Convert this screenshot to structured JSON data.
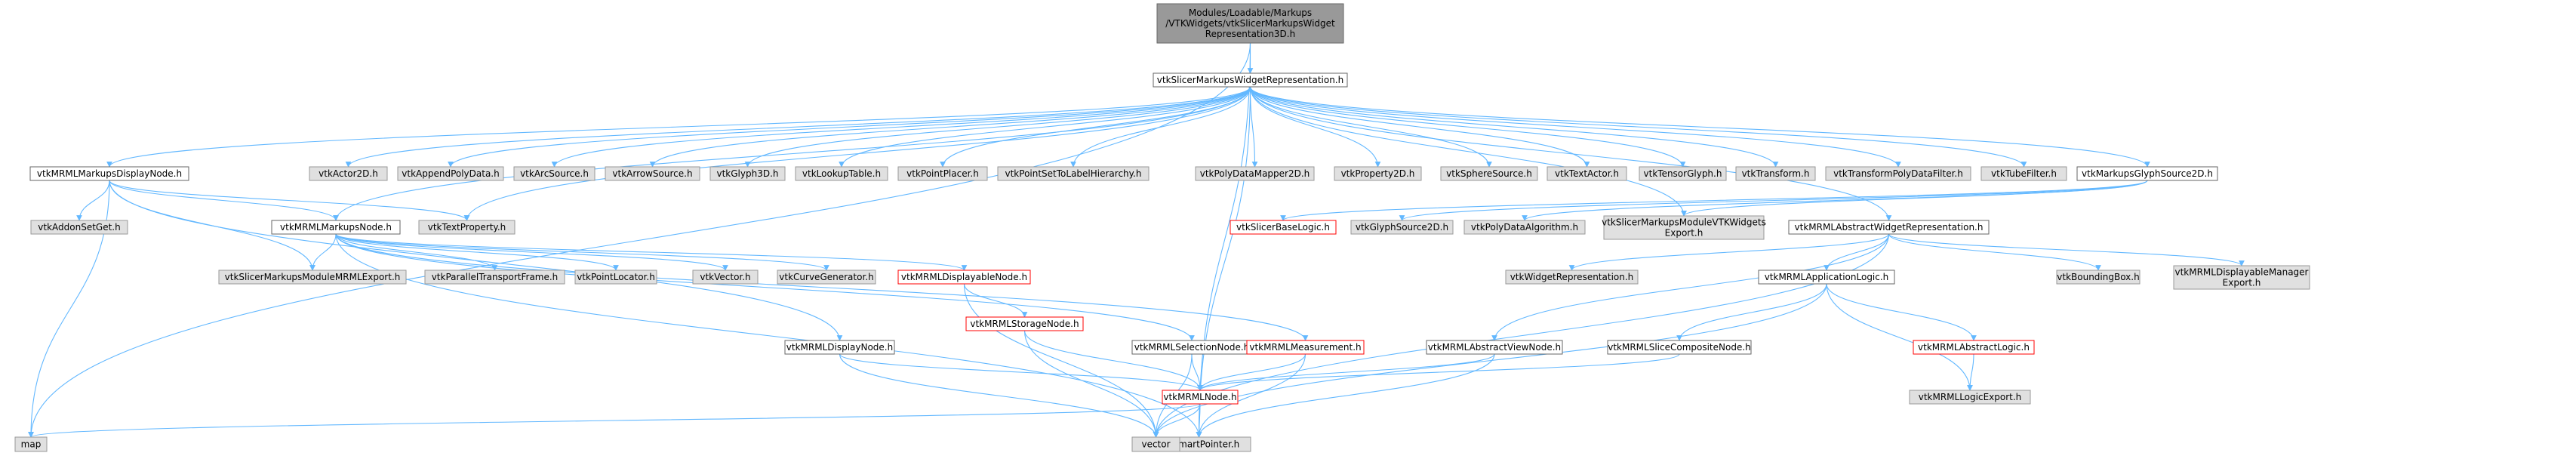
{
  "colors": {
    "edge": "#63b8ff",
    "node_border_normal": "#666666",
    "node_fill_normal": "#ffffff",
    "node_fill_external": "#e0e0e0",
    "node_border_external": "#999999",
    "node_fill_root": "#999999",
    "node_border_root": "#666666",
    "node_border_truncated": "#ff0000"
  },
  "nodes": [
    {
      "id": "root",
      "lines": [
        "Modules/Loadable/Markups",
        "/VTKWidgets/vtkSlicerMarkupsWidget",
        "Representation3D.h"
      ],
      "style": "root"
    },
    {
      "id": "wr",
      "lines": [
        "vtkSlicerMarkupsWidgetRepresentation.h"
      ],
      "style": "normal"
    },
    {
      "id": "map",
      "lines": [
        "map"
      ],
      "style": "external"
    },
    {
      "id": "sp",
      "lines": [
        "vtkSmartPointer.h"
      ],
      "style": "external"
    },
    {
      "id": "mdn",
      "lines": [
        "vtkMRMLMarkupsDisplayNode.h"
      ],
      "style": "normal"
    },
    {
      "id": "actor2d",
      "lines": [
        "vtkActor2D.h"
      ],
      "style": "external"
    },
    {
      "id": "apd",
      "lines": [
        "vtkAppendPolyData.h"
      ],
      "style": "external"
    },
    {
      "id": "arc",
      "lines": [
        "vtkArcSource.h"
      ],
      "style": "external"
    },
    {
      "id": "arrow",
      "lines": [
        "vtkArrowSource.h"
      ],
      "style": "external"
    },
    {
      "id": "g3d",
      "lines": [
        "vtkGlyph3D.h"
      ],
      "style": "external"
    },
    {
      "id": "lut",
      "lines": [
        "vtkLookupTable.h"
      ],
      "style": "external"
    },
    {
      "id": "pp",
      "lines": [
        "vtkPointPlacer.h"
      ],
      "style": "external"
    },
    {
      "id": "psl",
      "lines": [
        "vtkPointSetToLabelHierarchy.h"
      ],
      "style": "external"
    },
    {
      "id": "pdm",
      "lines": [
        "vtkPolyDataMapper2D.h"
      ],
      "style": "external"
    },
    {
      "id": "p2d",
      "lines": [
        "vtkProperty2D.h"
      ],
      "style": "external"
    },
    {
      "id": "sph",
      "lines": [
        "vtkSphereSource.h"
      ],
      "style": "external"
    },
    {
      "id": "ta",
      "lines": [
        "vtkTextActor.h"
      ],
      "style": "external"
    },
    {
      "id": "tg",
      "lines": [
        "vtkTensorGlyph.h"
      ],
      "style": "external"
    },
    {
      "id": "tr",
      "lines": [
        "vtkTransform.h"
      ],
      "style": "external"
    },
    {
      "id": "tpdf",
      "lines": [
        "vtkTransformPolyDataFilter.h"
      ],
      "style": "external"
    },
    {
      "id": "tf",
      "lines": [
        "vtkTubeFilter.h"
      ],
      "style": "external"
    },
    {
      "id": "mgs",
      "lines": [
        "vtkMarkupsGlyphSource2D.h"
      ],
      "style": "normal"
    },
    {
      "id": "addon",
      "lines": [
        "vtkAddonSetGet.h"
      ],
      "style": "external"
    },
    {
      "id": "mn",
      "lines": [
        "vtkMRMLMarkupsNode.h"
      ],
      "style": "normal"
    },
    {
      "id": "tp",
      "lines": [
        "vtkTextProperty.h"
      ],
      "style": "external"
    },
    {
      "id": "sbl",
      "lines": [
        "vtkSlicerBaseLogic.h"
      ],
      "style": "truncated"
    },
    {
      "id": "gs2d",
      "lines": [
        "vtkGlyphSource2D.h"
      ],
      "style": "external"
    },
    {
      "id": "pda",
      "lines": [
        "vtkPolyDataAlgorithm.h"
      ],
      "style": "external"
    },
    {
      "id": "vtkexp",
      "lines": [
        "vtkSlicerMarkupsModuleVTKWidgets",
        "Export.h"
      ],
      "style": "external"
    },
    {
      "id": "awr",
      "lines": [
        "vtkMRMLAbstractWidgetRepresentation.h"
      ],
      "style": "normal"
    },
    {
      "id": "mrmlexp",
      "lines": [
        "vtkSlicerMarkupsModuleMRMLExport.h"
      ],
      "style": "external"
    },
    {
      "id": "ptf",
      "lines": [
        "vtkParallelTransportFrame.h"
      ],
      "style": "external"
    },
    {
      "id": "pl",
      "lines": [
        "vtkPointLocator.h"
      ],
      "style": "external"
    },
    {
      "id": "vec",
      "lines": [
        "vtkVector.h"
      ],
      "style": "external"
    },
    {
      "id": "cg",
      "lines": [
        "vtkCurveGenerator.h"
      ],
      "style": "external"
    },
    {
      "id": "dpn",
      "lines": [
        "vtkMRMLDisplayableNode.h"
      ],
      "style": "truncated"
    },
    {
      "id": "wrep",
      "lines": [
        "vtkWidgetRepresentation.h"
      ],
      "style": "external"
    },
    {
      "id": "al",
      "lines": [
        "vtkMRMLApplicationLogic.h"
      ],
      "style": "normal"
    },
    {
      "id": "bb",
      "lines": [
        "vtkBoundingBox.h"
      ],
      "style": "external"
    },
    {
      "id": "dme",
      "lines": [
        "vtkMRMLDisplayableManager",
        "Export.h"
      ],
      "style": "external"
    },
    {
      "id": "sn",
      "lines": [
        "vtkMRMLStorageNode.h"
      ],
      "style": "truncated"
    },
    {
      "id": "dn",
      "lines": [
        "vtkMRMLDisplayNode.h"
      ],
      "style": "normal"
    },
    {
      "id": "seln",
      "lines": [
        "vtkMRMLSelectionNode.h"
      ],
      "style": "normal"
    },
    {
      "id": "meas",
      "lines": [
        "vtkMRMLMeasurement.h"
      ],
      "style": "truncated"
    },
    {
      "id": "avn",
      "lines": [
        "vtkMRMLAbstractViewNode.h"
      ],
      "style": "normal"
    },
    {
      "id": "scn",
      "lines": [
        "vtkMRMLSliceCompositeNode.h"
      ],
      "style": "normal"
    },
    {
      "id": "alog",
      "lines": [
        "vtkMRMLAbstractLogic.h"
      ],
      "style": "truncated"
    },
    {
      "id": "lexp",
      "lines": [
        "vtkMRMLLogicExport.h"
      ],
      "style": "external"
    },
    {
      "id": "node",
      "lines": [
        "vtkMRMLNode.h"
      ],
      "style": "truncated"
    },
    {
      "id": "vector",
      "lines": [
        "vector"
      ],
      "style": "external"
    }
  ],
  "edges": [
    [
      "root",
      "wr"
    ],
    [
      "root",
      "map"
    ],
    [
      "root",
      "sp"
    ],
    [
      "wr",
      "mdn"
    ],
    [
      "wr",
      "actor2d"
    ],
    [
      "wr",
      "apd"
    ],
    [
      "wr",
      "arc"
    ],
    [
      "wr",
      "arrow"
    ],
    [
      "wr",
      "g3d"
    ],
    [
      "wr",
      "lut"
    ],
    [
      "wr",
      "pp"
    ],
    [
      "wr",
      "psl"
    ],
    [
      "wr",
      "pdm"
    ],
    [
      "wr",
      "p2d"
    ],
    [
      "wr",
      "sph"
    ],
    [
      "wr",
      "ta"
    ],
    [
      "wr",
      "tg"
    ],
    [
      "wr",
      "tr"
    ],
    [
      "wr",
      "tpdf"
    ],
    [
      "wr",
      "tf"
    ],
    [
      "wr",
      "mgs"
    ],
    [
      "wr",
      "mn"
    ],
    [
      "wr",
      "tp"
    ],
    [
      "wr",
      "vtkexp"
    ],
    [
      "wr",
      "awr"
    ],
    [
      "wr",
      "sp"
    ],
    [
      "mdn",
      "addon"
    ],
    [
      "mdn",
      "mn"
    ],
    [
      "mdn",
      "tp"
    ],
    [
      "mdn",
      "map"
    ],
    [
      "mdn",
      "mrmlexp"
    ],
    [
      "mdn",
      "dn"
    ],
    [
      "mgs",
      "sbl"
    ],
    [
      "mgs",
      "gs2d"
    ],
    [
      "mgs",
      "pda"
    ],
    [
      "mgs",
      "vtkexp"
    ],
    [
      "mn",
      "mrmlexp"
    ],
    [
      "mn",
      "ptf"
    ],
    [
      "mn",
      "pl"
    ],
    [
      "mn",
      "vec"
    ],
    [
      "mn",
      "cg"
    ],
    [
      "mn",
      "dpn"
    ],
    [
      "mn",
      "seln"
    ],
    [
      "mn",
      "meas"
    ],
    [
      "mn",
      "sp"
    ],
    [
      "awr",
      "wrep"
    ],
    [
      "awr",
      "al"
    ],
    [
      "awr",
      "bb"
    ],
    [
      "awr",
      "dme"
    ],
    [
      "awr",
      "avn"
    ],
    [
      "awr",
      "vector"
    ],
    [
      "al",
      "scn"
    ],
    [
      "al",
      "alog"
    ],
    [
      "al",
      "lexp"
    ],
    [
      "al",
      "vector"
    ],
    [
      "dpn",
      "sn"
    ],
    [
      "dpn",
      "vector"
    ],
    [
      "sn",
      "node"
    ],
    [
      "sn",
      "vector"
    ],
    [
      "dn",
      "node"
    ],
    [
      "dn",
      "vector"
    ],
    [
      "seln",
      "node"
    ],
    [
      "seln",
      "vector"
    ],
    [
      "meas",
      "node"
    ],
    [
      "meas",
      "sp"
    ],
    [
      "avn",
      "node"
    ],
    [
      "avn",
      "sp"
    ],
    [
      "scn",
      "node"
    ],
    [
      "alog",
      "lexp"
    ],
    [
      "node",
      "map"
    ],
    [
      "node",
      "vector"
    ],
    [
      "node",
      "sp"
    ]
  ]
}
